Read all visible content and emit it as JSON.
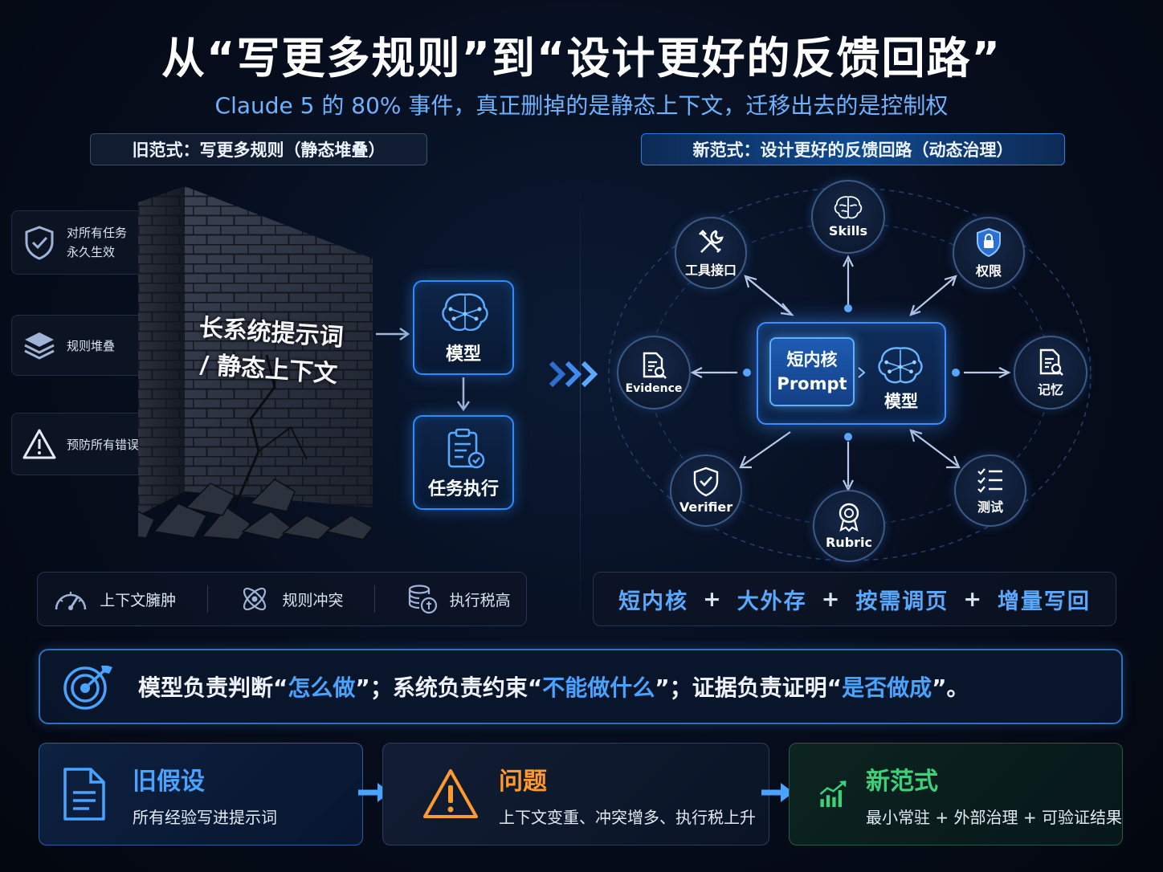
{
  "title": "从“写更多规则”到“设计更好的反馈回路”",
  "subtitle": "Claude 5 的 80% 事件，真正删掉的是静态上下文，迁移出去的是控制权",
  "old_paradigm": {
    "label": "旧范式：写更多规则（静态堆叠）",
    "side_cards": [
      {
        "icon": "shield-check-icon",
        "line1": "对所有任务",
        "line2": "永久生效"
      },
      {
        "icon": "layers-icon",
        "line1": "规则堆叠",
        "line2": ""
      },
      {
        "icon": "warning-icon",
        "line1": "预防所有错误",
        "line2": ""
      }
    ],
    "wall_line1": "长系统提示词",
    "wall_line2": "/ 静态上下文",
    "model_label": "模型",
    "exec_label": "任务执行",
    "bottom_items": [
      {
        "icon": "gauge-icon",
        "label": "上下文臃肿"
      },
      {
        "icon": "atom-conflict-icon",
        "label": "规则冲突"
      },
      {
        "icon": "coins-stack-icon",
        "label": "执行税高"
      }
    ]
  },
  "new_paradigm": {
    "label": "新范式：设计更好的反馈回路（动态治理）",
    "core_prompt_line1": "短内核",
    "core_prompt_line2": "Prompt",
    "core_model_label": "模型",
    "nodes": {
      "skills": "Skills",
      "tools": "工具接口",
      "perm": "权限",
      "evidence": "Evidence",
      "memory": "记忆",
      "verifier": "Verifier",
      "rubric": "Rubric",
      "test": "测试"
    },
    "summary_parts": [
      "短内核",
      "+",
      "大外存",
      "+",
      "按需调页",
      "+",
      "增量写回"
    ]
  },
  "quote": {
    "p1": "模型负责判断“",
    "h1": "怎么做",
    "p2": "”；系统负责约束“",
    "h2": "不能做什么",
    "p3": "”；证据负责证明“",
    "h3": "是否做成",
    "p4": "”。"
  },
  "steps": [
    {
      "title": "旧假设",
      "desc": "所有经验写进提示词",
      "color": "#4aa3ff"
    },
    {
      "title": "问题",
      "desc": "上下文变重、冲突增多、执行税上升",
      "color": "#ff9a2e"
    },
    {
      "title": "新范式",
      "desc": "最小常驻 + 外部治理 + 可验证结果",
      "color": "#3fd17a"
    }
  ],
  "colors": {
    "accent": "#4aa3ff",
    "warning": "#ff9a2e",
    "success": "#3fd17a"
  }
}
